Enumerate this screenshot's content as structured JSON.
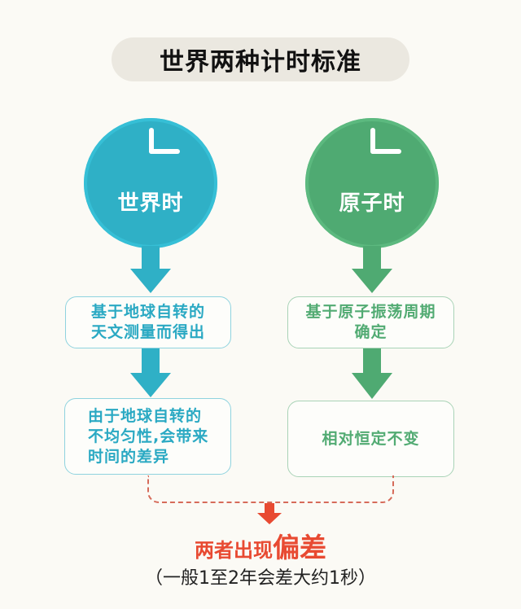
{
  "title": "世界两种计时标准",
  "colors": {
    "universal_time": "#2fb0c6",
    "atomic_time": "#4faa72",
    "result": "#e84a32",
    "background": "#fbfaf5"
  },
  "columns": [
    {
      "id": "universal-time",
      "label": "世界时",
      "icon": "clock-icon",
      "steps": [
        "基于地球自转的\n天文测量而得出",
        "由于地球自转的\n不均匀性,会带来\n时间的差异"
      ]
    },
    {
      "id": "atomic-time",
      "label": "原子时",
      "icon": "clock-icon",
      "steps": [
        "基于原子振荡周期\n确定",
        "相对恒定不变"
      ]
    }
  ],
  "result": {
    "prefix": "两者出现",
    "emphasis": "偏差",
    "note": "（一般1至2年会差大约1秒）"
  }
}
